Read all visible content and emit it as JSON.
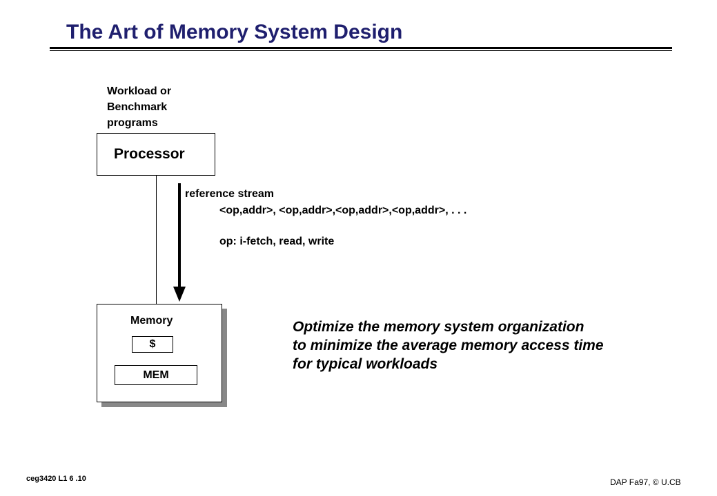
{
  "slide": {
    "title": "The Art of Memory System Design"
  },
  "diagram": {
    "workload_lines": [
      "Workload or",
      "Benchmark",
      "programs"
    ],
    "processor_label": "Processor",
    "reference_stream": {
      "title": "reference stream",
      "sequence": "<op,addr>, <op,addr>,<op,addr>,<op,addr>, . . .",
      "ops": "op: i-fetch, read, write"
    },
    "memory": {
      "label": "Memory",
      "cache_label": "$",
      "main_label": "MEM"
    },
    "goal_lines": [
      "Optimize the memory system organization",
      "to minimize the average memory access time",
      "for typical workloads"
    ]
  },
  "footer": {
    "left": "ceg3420  L1 6 .10",
    "right": "DAP Fa97, © U.CB"
  }
}
